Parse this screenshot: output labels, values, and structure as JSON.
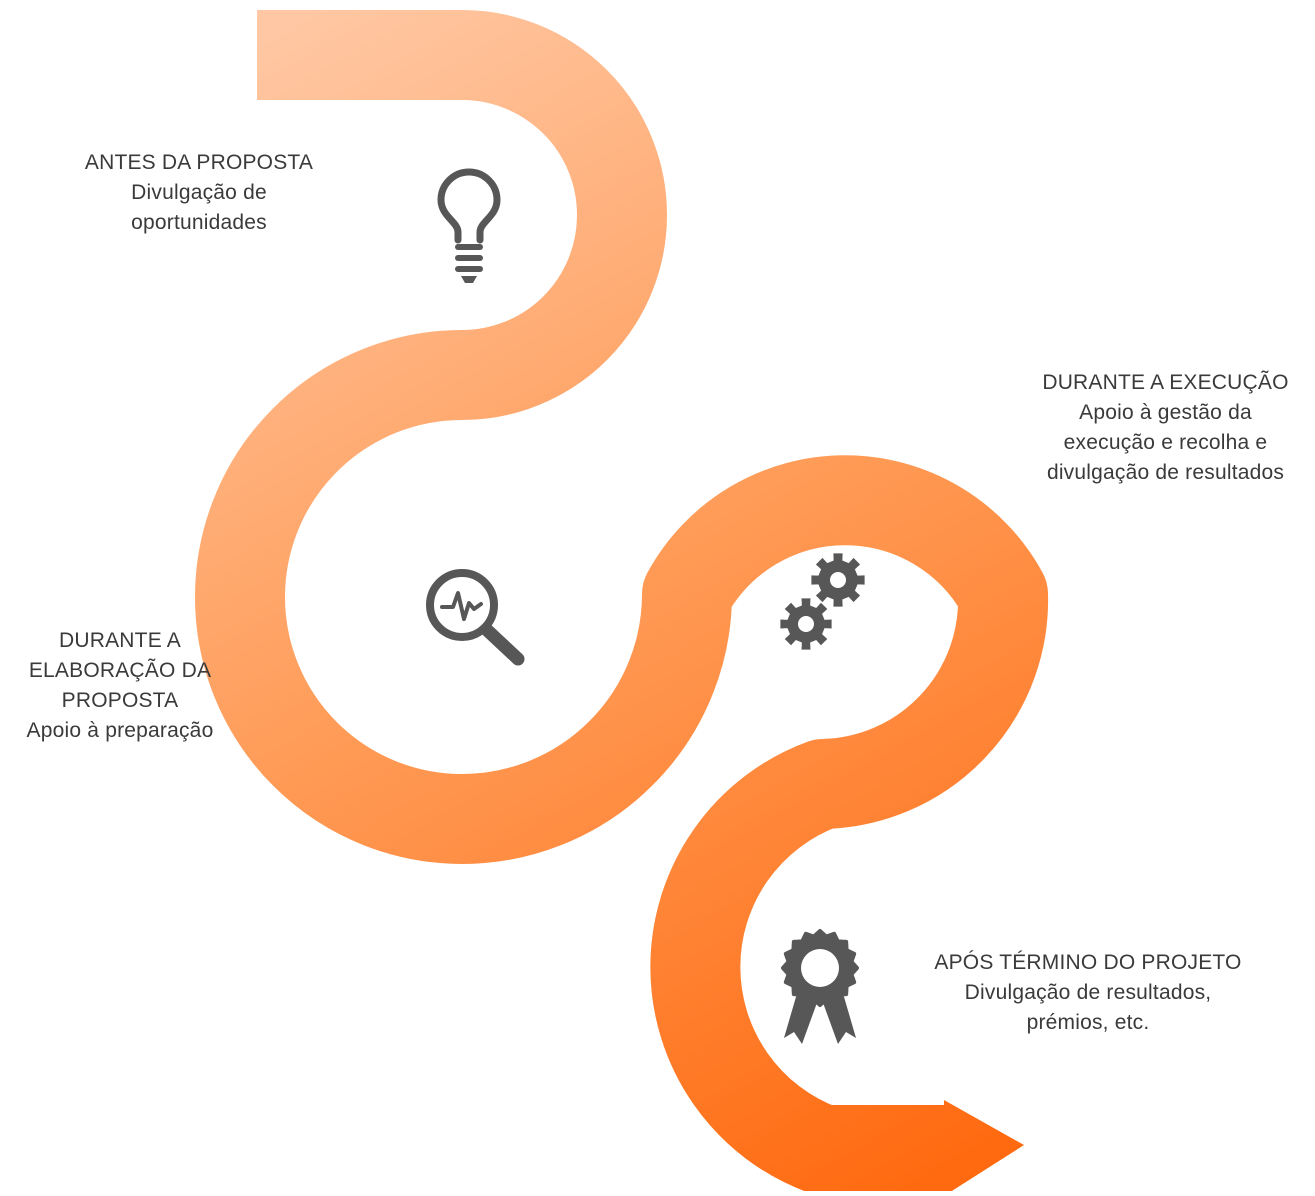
{
  "colors": {
    "path_start": "#ffc7a3",
    "path_mid": "#ff9a55",
    "path_end": "#ff6a10",
    "icon": "#575757",
    "text": "#3a3a3a"
  },
  "stages": [
    {
      "icon": "lightbulb-icon",
      "title_lines": [
        "ANTES DA PROPOSTA"
      ],
      "desc_lines": [
        "Divulgação de",
        "oportunidades"
      ]
    },
    {
      "icon": "magnifier-pulse-icon",
      "title_lines": [
        "DURANTE A",
        "ELABORAÇÃO DA",
        "PROPOSTA"
      ],
      "desc_lines": [
        "Apoio à preparação"
      ]
    },
    {
      "icon": "gears-icon",
      "title_lines": [
        "DURANTE A EXECUÇÃO"
      ],
      "desc_lines": [
        "Apoio à gestão da",
        "execução e recolha e",
        "divulgação de resultados"
      ]
    },
    {
      "icon": "award-ribbon-icon",
      "title_lines": [
        "APÓS TÉRMINO DO PROJETO"
      ],
      "desc_lines": [
        "Divulgação de resultados,",
        "prémios, etc."
      ]
    }
  ]
}
